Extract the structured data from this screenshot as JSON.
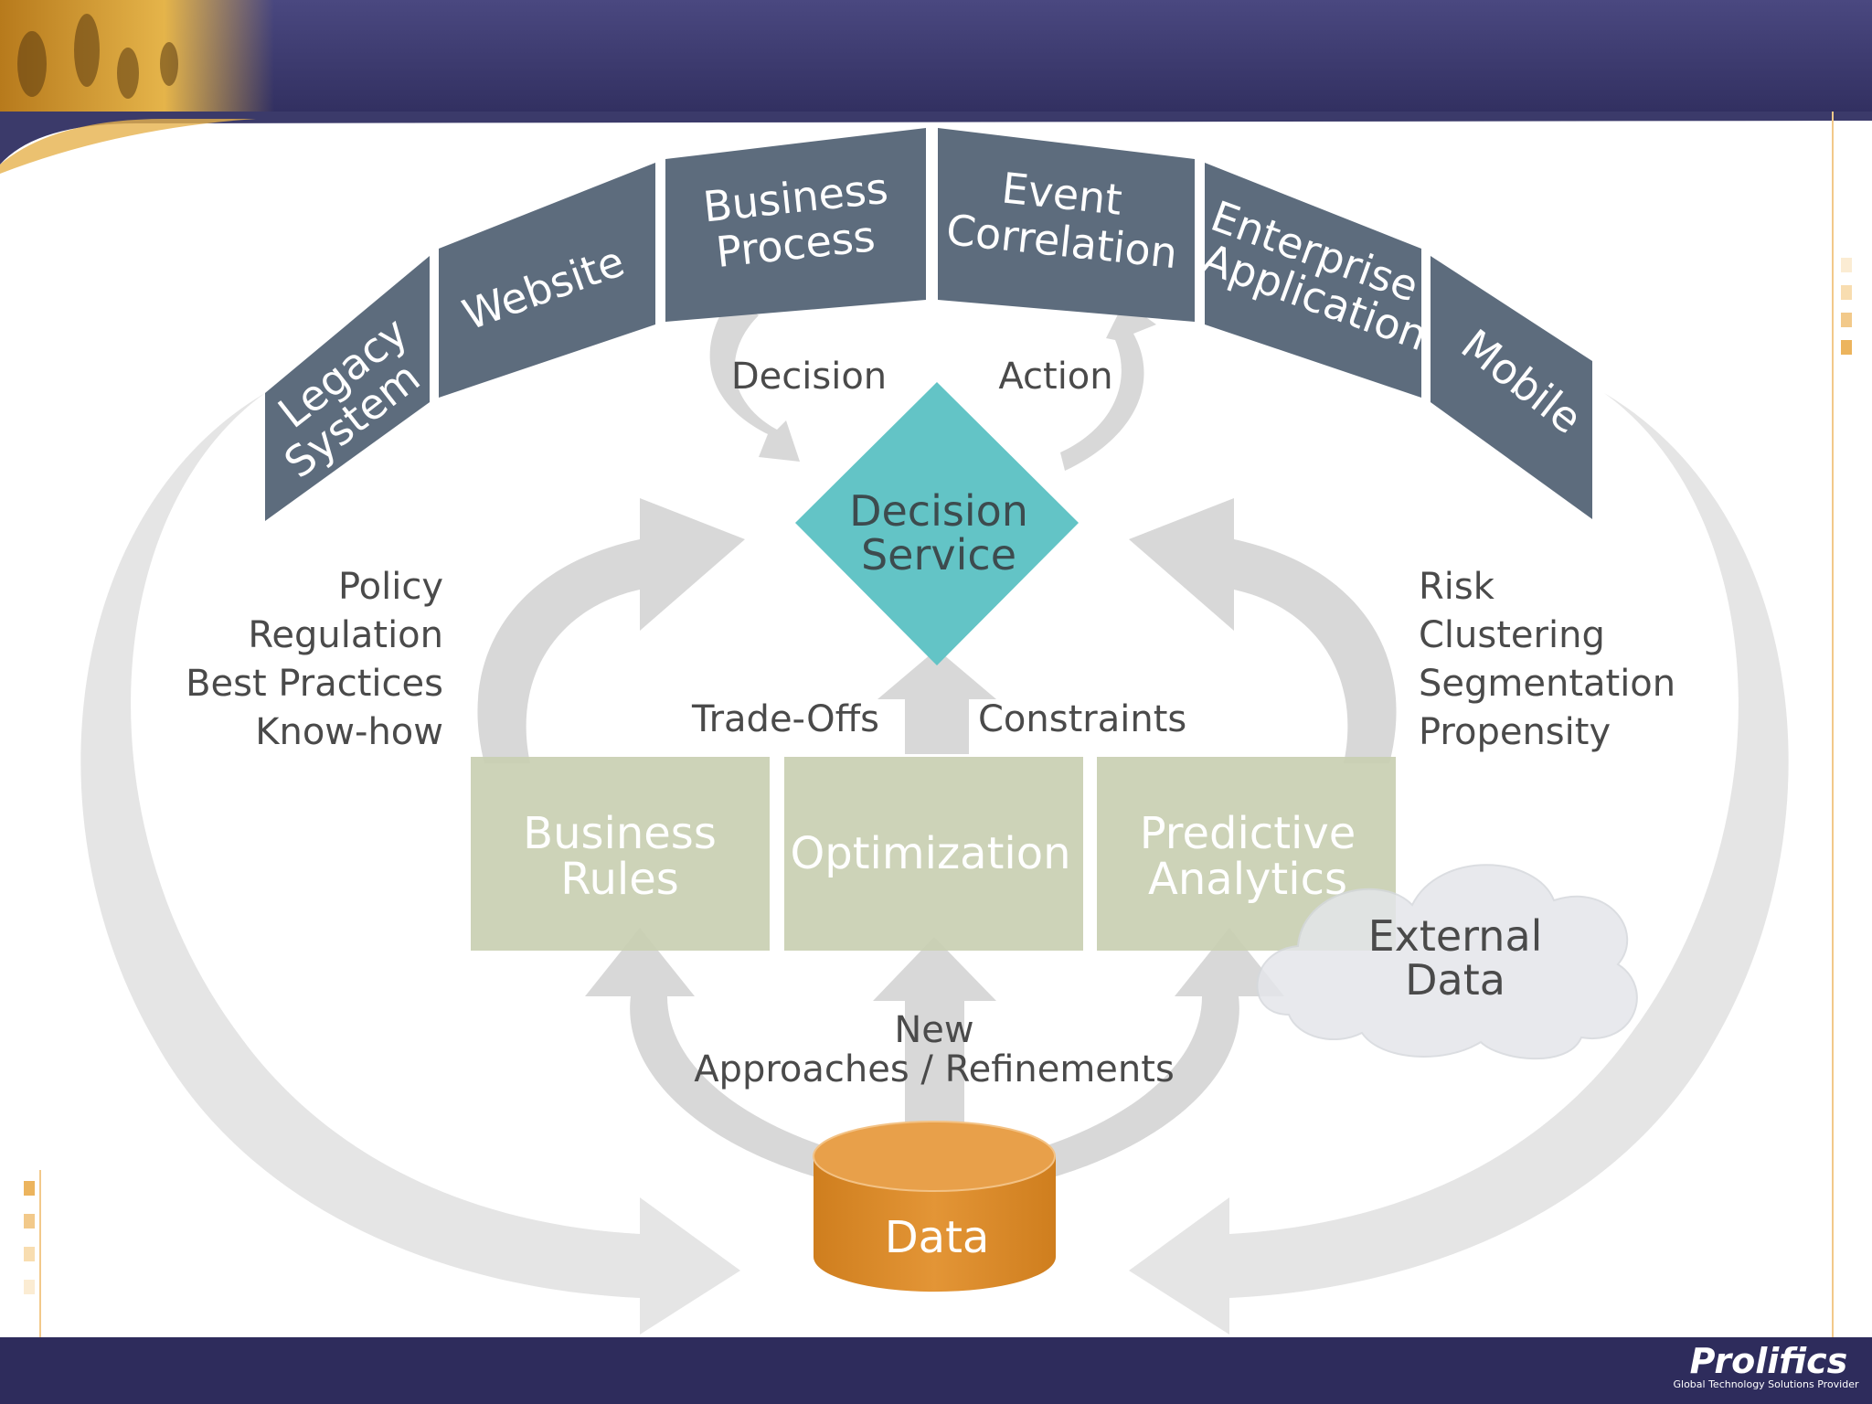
{
  "colors": {
    "header_bar": "#3b3a6a",
    "footer_bar": "#2e2c5c",
    "segment": "#5d6c7d",
    "diamond": "#63c4c6",
    "green_box": "#c9cfb2",
    "data_cyl": "#d98a2a",
    "arrow_grey": "#cfcfcf"
  },
  "segments": [
    "Legacy System",
    "Website",
    "Business Process",
    "Event Correlation",
    "Enterprise Application",
    "Mobile"
  ],
  "segment_lines": {
    "legacy": [
      "Legacy",
      "System"
    ],
    "website": [
      "Website"
    ],
    "business": [
      "Business",
      "Process"
    ],
    "event": [
      "Event",
      "Correlation"
    ],
    "enterprise": [
      "Enterprise",
      "Application"
    ],
    "mobile": [
      "Mobile"
    ]
  },
  "flow": {
    "decision": "Decision",
    "action": "Action"
  },
  "center": {
    "line1": "Decision",
    "line2": "Service"
  },
  "left_list": [
    "Policy",
    "Regulation",
    "Best Practices",
    "Know-how"
  ],
  "right_list": [
    "Risk",
    "Clustering",
    "Segmentation",
    "Propensity"
  ],
  "mid": {
    "tradeoffs": "Trade-Offs",
    "constraints": "Constraints"
  },
  "boxes": {
    "rules": [
      "Business",
      "Rules"
    ],
    "optimization": "Optimization",
    "predictive": [
      "Predictive",
      "Analytics"
    ]
  },
  "cloud": [
    "External",
    "Data"
  ],
  "new_approaches": [
    "New",
    "Approaches / Refinements"
  ],
  "data": "Data",
  "logo": {
    "name": "Prolifics",
    "tagline": "Global Technology Solutions Provider"
  }
}
